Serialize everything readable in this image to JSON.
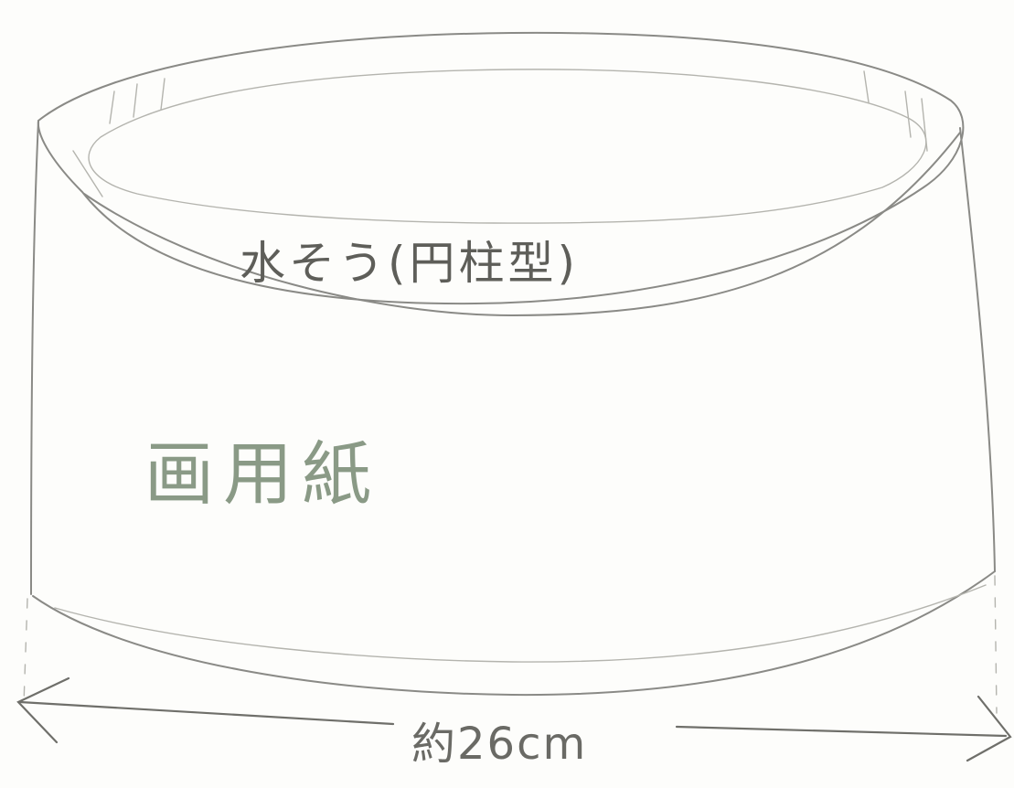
{
  "diagram": {
    "tank_label": "水そう(円柱型)",
    "paper_label": "画用紙",
    "width_label": "約26cm"
  },
  "colors": {
    "pencil": "#8a8a86",
    "paper_text": "#8a9a86",
    "background": "#fdfdfb"
  }
}
